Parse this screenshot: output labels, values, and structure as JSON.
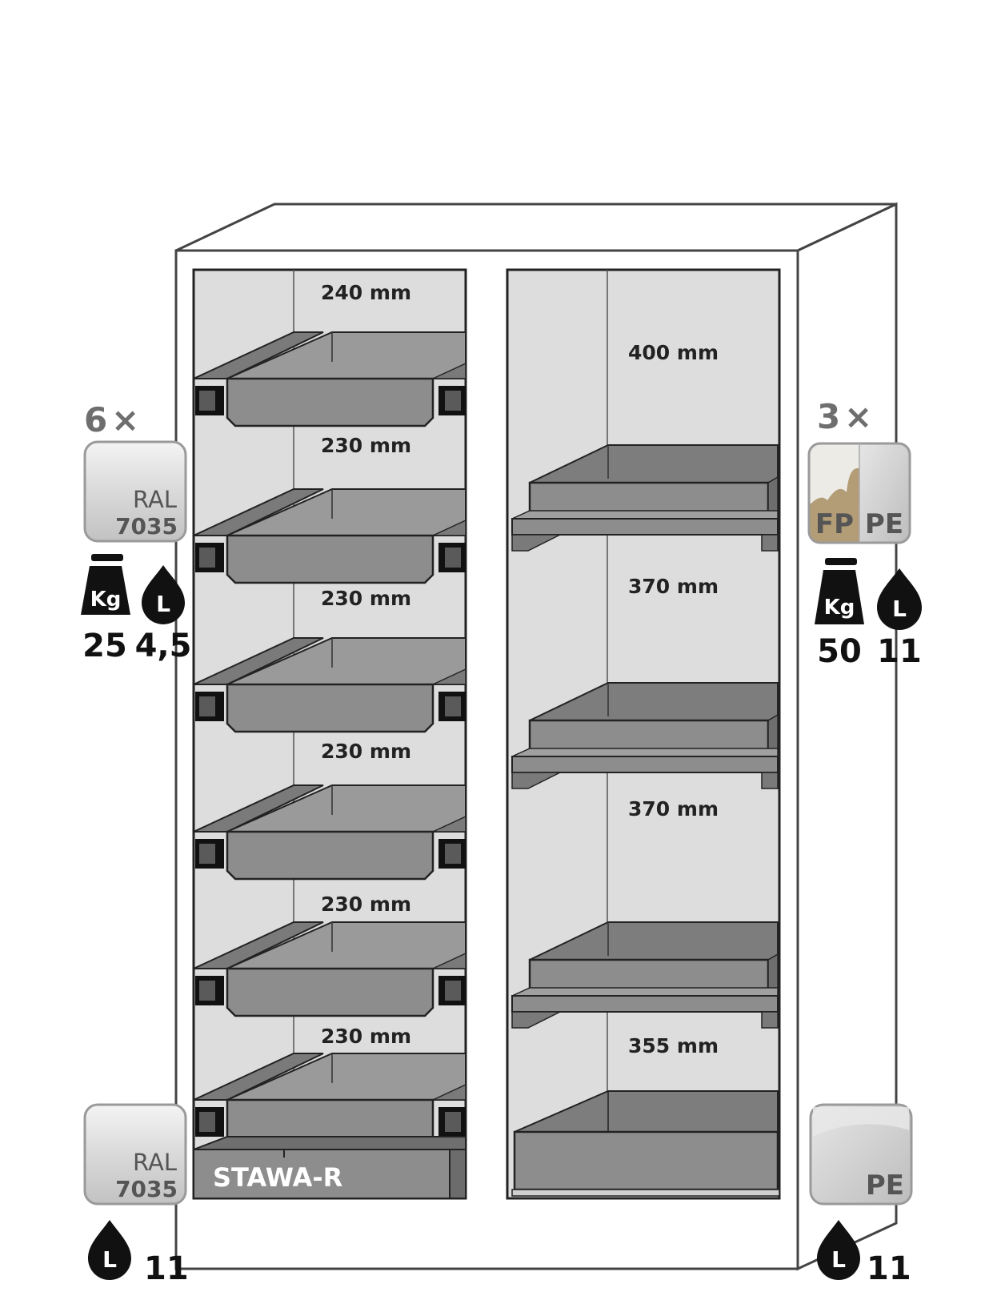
{
  "product_label": "STAWA-R",
  "left_compartment": {
    "heights": [
      "240 mm",
      "230 mm",
      "230 mm",
      "230 mm",
      "230 mm",
      "230 mm"
    ]
  },
  "right_compartment": {
    "heights": [
      "400 mm",
      "370 mm",
      "370 mm",
      "355 mm"
    ]
  },
  "left_shelf_spec": {
    "quantity": "6",
    "multiplier": "×",
    "swatch_label": "RAL",
    "swatch_code": "7035",
    "weight_icon": "Kg",
    "weight_value": "25",
    "volume_icon": "L",
    "volume_value": "4,5"
  },
  "right_shelf_spec": {
    "quantity": "3",
    "multiplier": "×",
    "material_a": "FP",
    "material_b": "PE",
    "weight_icon": "Kg",
    "weight_value": "50",
    "volume_icon": "L",
    "volume_value": "11"
  },
  "left_bottom_spec": {
    "swatch_label": "RAL",
    "swatch_code": "7035",
    "volume_icon": "L",
    "volume_value": "11"
  },
  "right_bottom_spec": {
    "material": "PE",
    "volume_icon": "L",
    "volume_value": "11"
  },
  "colors": {
    "cabinet_body": "#ffffff",
    "interior": "#dddddd",
    "tray": "#8d8d8d",
    "outline": "#222222",
    "swatch_gray": "#c9c9c9",
    "fp_tan": "#b7a27d",
    "pe_gray": "#d0d0d0"
  }
}
